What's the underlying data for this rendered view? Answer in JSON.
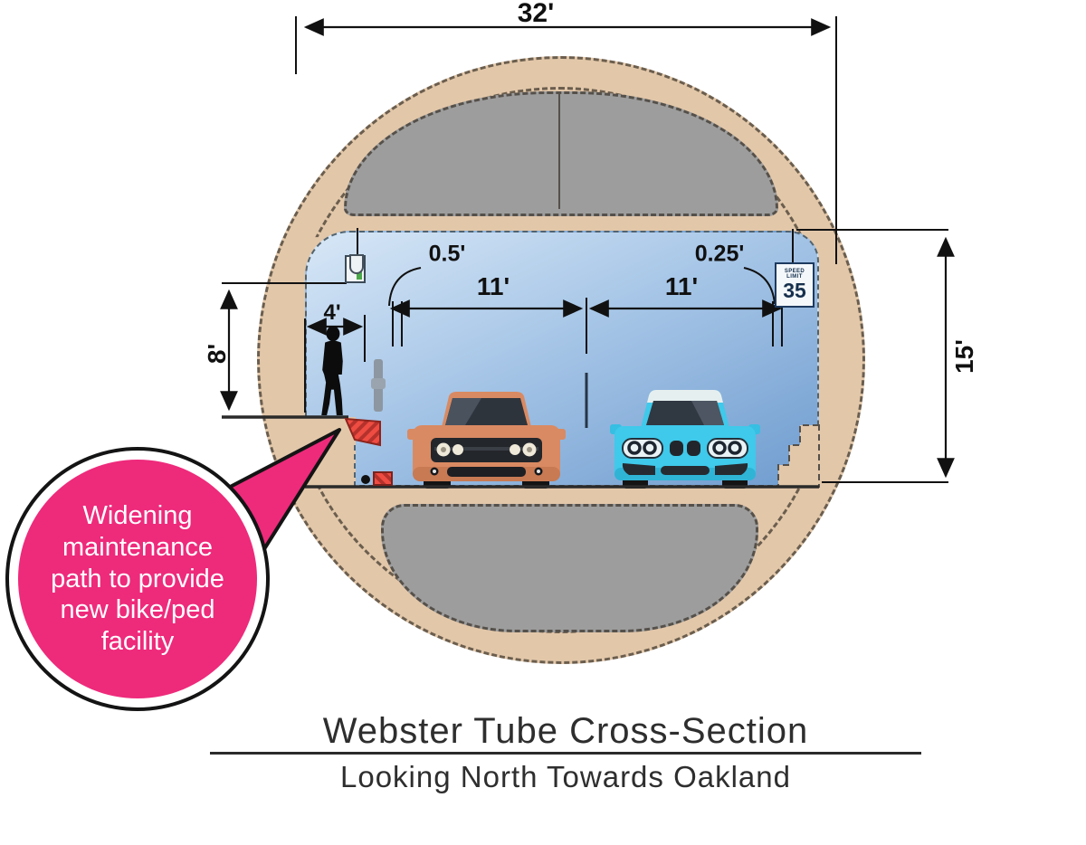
{
  "title_block": {
    "title": "Webster Tube Cross-Section",
    "subtitle": "Looking North Towards Oakland"
  },
  "dims": {
    "overall_width": "32'",
    "left_edge_offset": "0.5'",
    "left_lane_width": "11'",
    "right_lane_width": "11'",
    "right_edge_offset": "0.25'",
    "walkway_width": "4'",
    "walkway_clearance_height": "8'",
    "tunnel_clearance_height": "15'"
  },
  "sign": {
    "line1": "SPEED",
    "line2": "LIMIT",
    "value": "35"
  },
  "callout": {
    "lines": [
      "Widening",
      "maintenance",
      "path to provide",
      "new bike/ped",
      "facility"
    ]
  },
  "colors": {
    "tunnel_ring_tan": "#e2c7a9",
    "plenum_gray": "#9d9d9d",
    "roadway_blue_top": "#d3e4f5",
    "roadway_blue_bottom": "#6f9ccf",
    "callout_pink": "#ee2a7b",
    "hazard_red": "#ef4c42",
    "orange_car": "#d98a62",
    "blue_car": "#3fc9ea"
  }
}
